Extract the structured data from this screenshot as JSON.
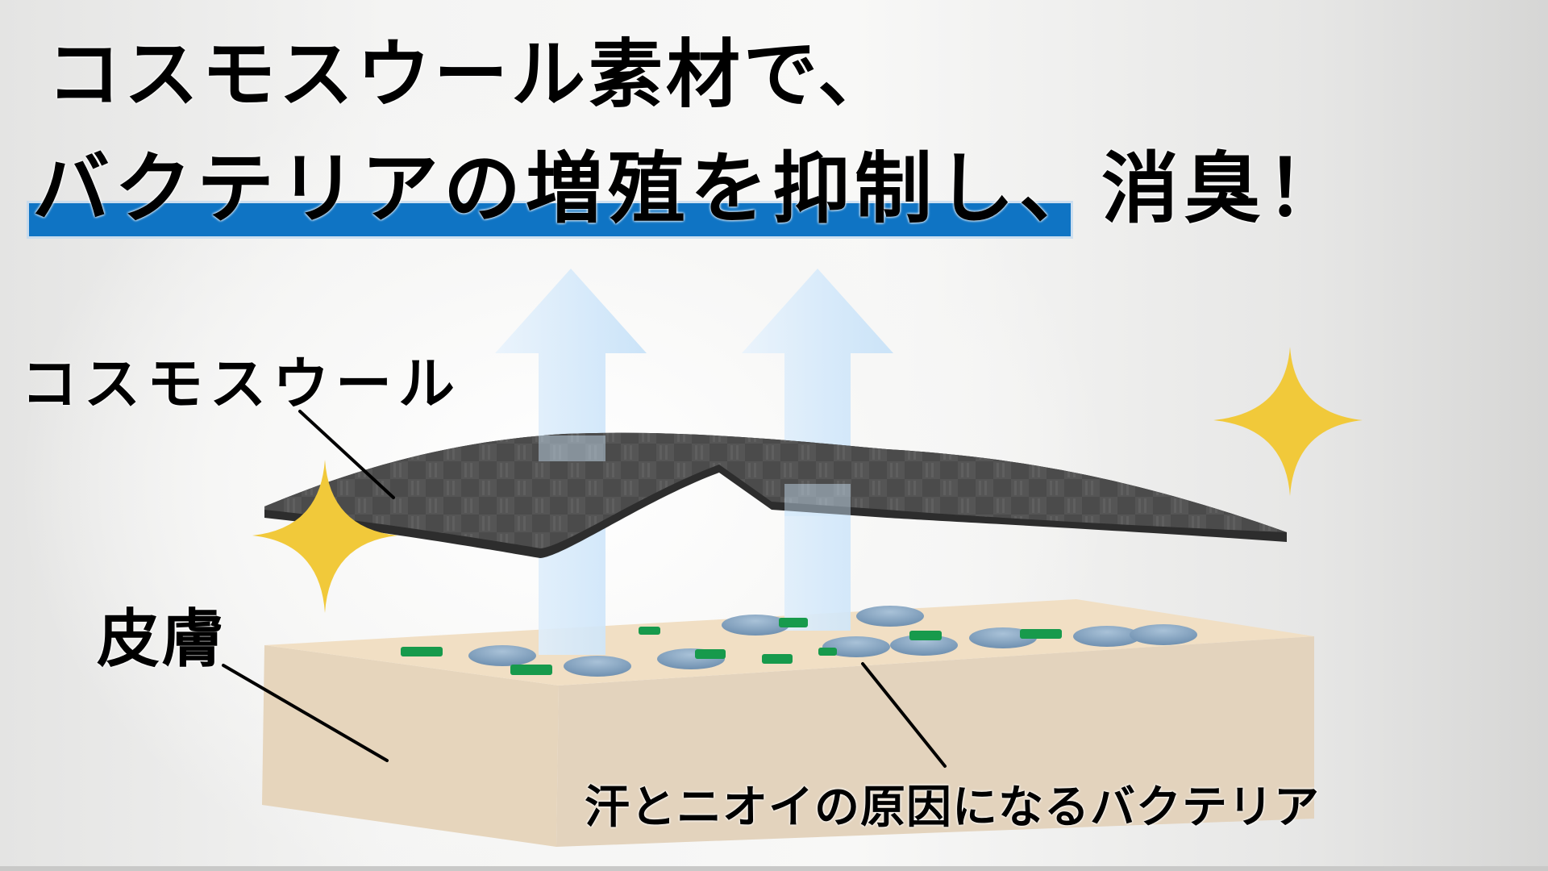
{
  "headline": {
    "line1": "コスモスウール素材で、",
    "line2": "バクテリアの増殖を抑制し、消臭！",
    "highlight_color": "#0f74c4"
  },
  "diagram": {
    "labels": {
      "fabric": "コスモスウール",
      "skin": "皮膚",
      "bacteria": "汗とニオイの原因になるバクテリア"
    },
    "colors": {
      "fabric": "#4a4a4a",
      "fabric_edge": "#2b2b2b",
      "skin_top": "#f1dfc4",
      "skin_front": "#e3d3bd",
      "skin_side": "#e8d7be",
      "sweat_droplet": "#7f9fbd",
      "bacteria": "#179a4c",
      "arrow": "#cfe6fb",
      "sparkle": "#f1c93a"
    },
    "icons": {
      "arrows": [
        "up-arrow-icon",
        "up-arrow-icon"
      ],
      "sparkles": [
        "sparkle-icon",
        "sparkle-icon"
      ],
      "sweat_droplets": 10,
      "bacteria_count": 9
    }
  }
}
